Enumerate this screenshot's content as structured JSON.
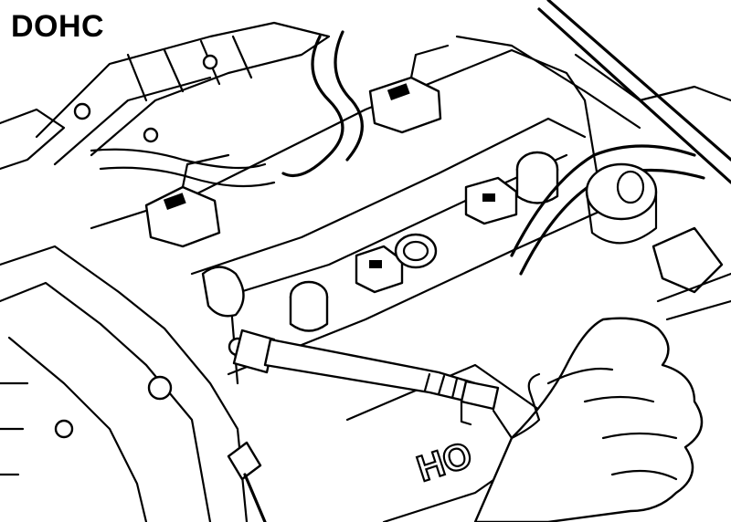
{
  "title": "DOHC",
  "casting_text": "HO",
  "colors": {
    "ink": "#000000",
    "paper": "#ffffff"
  },
  "icons": [
    "engine-illustration",
    "spark-plug-socket-icon",
    "hand-icon",
    "oil-filler-cap-icon",
    "dipstick-icon"
  ]
}
